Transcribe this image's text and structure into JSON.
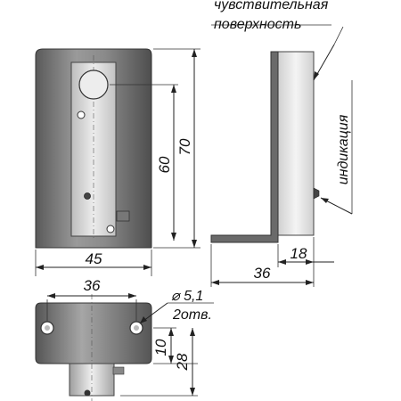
{
  "labels": {
    "sensitive_surface_line1": "чувствительная",
    "sensitive_surface_line2": "поверхность",
    "indication": "индикация",
    "hole_diameter": "⌀ 5,1",
    "hole_count": "2отв."
  },
  "dimensions": {
    "front_width": "45",
    "inner_height": "60",
    "total_height": "70",
    "side_depth": "18",
    "side_total": "36",
    "bottom_width": "36",
    "bottom_offset": "10",
    "bottom_height": "28"
  },
  "colors": {
    "body_dark": "#6e6e6e",
    "body_light": "#b8b8b8",
    "plate": "#d8d8d8",
    "line": "#222222"
  }
}
